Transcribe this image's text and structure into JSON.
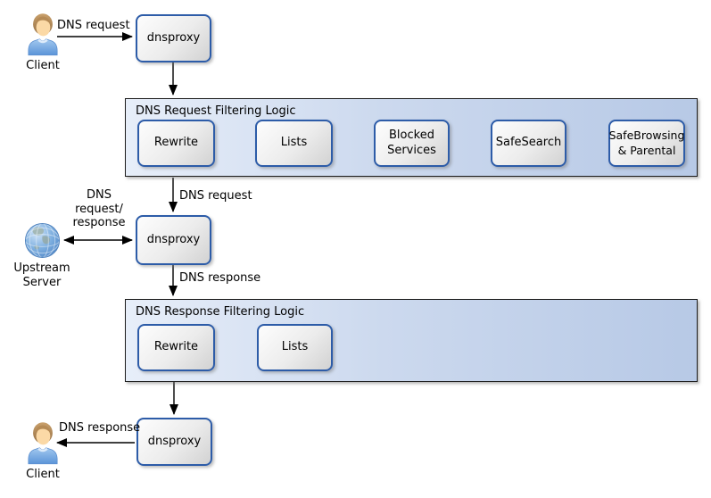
{
  "nodes": {
    "client_top": "Client",
    "client_bottom": "Client",
    "dnsproxy_top": "dnsproxy",
    "dnsproxy_middle": "dnsproxy",
    "dnsproxy_bottom": "dnsproxy",
    "upstream_server": "Upstream Server"
  },
  "containers": {
    "request": {
      "title": "DNS Request Filtering Logic",
      "boxes": [
        "Rewrite",
        "Lists",
        "Blocked Services",
        "SafeSearch",
        "SafeBrowsing & Parental"
      ]
    },
    "response": {
      "title": "DNS Response Filtering Logic",
      "boxes": [
        "Rewrite",
        "Lists"
      ]
    }
  },
  "edge_labels": {
    "client_to_proxy": "DNS request",
    "proxy_to_request_filter": "DNS request",
    "upstream_link": "DNS request/ response",
    "proxy_to_response_filter": "DNS response",
    "proxy_to_client": "DNS response"
  },
  "colors": {
    "box_border": "#2d5ca8",
    "container_fill_left": "#e7eef9",
    "container_fill_right": "#b7c9e6",
    "container_border": "#1c1c1c",
    "box_fill_light": "#fdfdfd",
    "box_fill_dark": "#d2d2d2",
    "arrow": "#000000"
  }
}
